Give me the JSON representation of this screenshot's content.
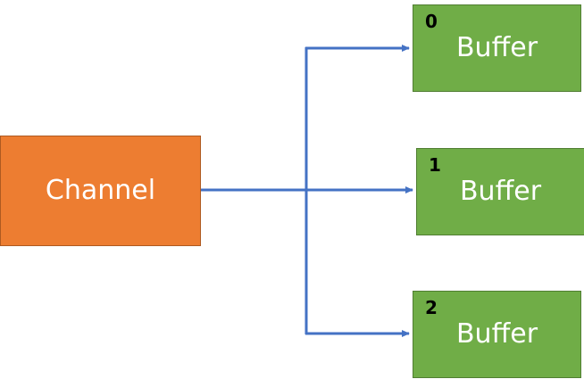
{
  "source": {
    "label": "Channel",
    "color": "#ED7D31"
  },
  "targets": [
    {
      "index": "0",
      "label": "Buffer",
      "color": "#70AD47"
    },
    {
      "index": "1",
      "label": "Buffer",
      "color": "#70AD47"
    },
    {
      "index": "2",
      "label": "Buffer",
      "color": "#70AD47"
    }
  ],
  "connector_color": "#4472C4"
}
